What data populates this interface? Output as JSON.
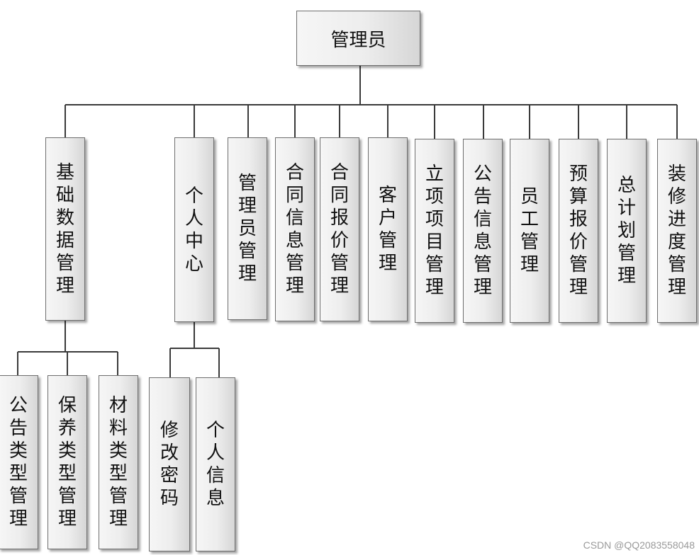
{
  "root": {
    "label": "管理员"
  },
  "modules": [
    {
      "label": "基础数据管理",
      "children": [
        "公告类型管理",
        "保养类型管理",
        "材料类型管理"
      ]
    },
    {
      "label": "个人中心",
      "children": [
        "修改密码",
        "个人信息"
      ]
    },
    {
      "label": "管理员管理"
    },
    {
      "label": "合同信息管理"
    },
    {
      "label": "合同报价管理"
    },
    {
      "label": "客户管理"
    },
    {
      "label": "立项项目管理"
    },
    {
      "label": "公告信息管理"
    },
    {
      "label": "员工管理"
    },
    {
      "label": "预算报价管理"
    },
    {
      "label": "总计划管理"
    },
    {
      "label": "装修进度管理"
    }
  ],
  "watermark": "CSDN @QQ2083558048"
}
